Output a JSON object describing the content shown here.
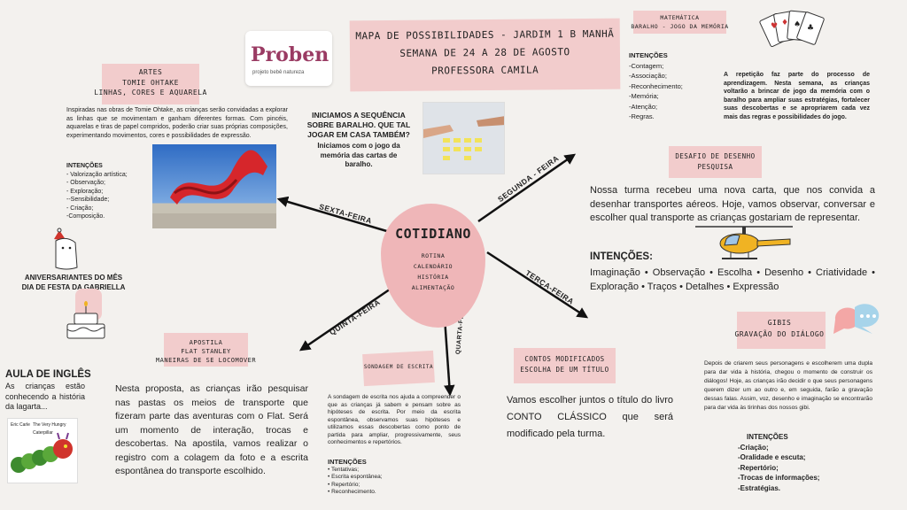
{
  "header": {
    "logo": {
      "name": "Proben",
      "sub": "projeto bebê natureza"
    },
    "title_lines": [
      "MAPA DE POSSIBILIDADES - JARDIM 1 B MANHÃ",
      "SEMANA DE 24 A 28 DE AGOSTO",
      "PROFESSORA CAMILA"
    ]
  },
  "center": {
    "title": "COTIDIANO",
    "items": [
      "ROTINA",
      "CALENDÁRIO",
      "HISTÓRIA",
      "ALIMENTAÇÃO"
    ]
  },
  "arrows": {
    "segunda": "SEGUNDA - FEIRA",
    "terca": "TERÇA-FEIRA",
    "quarta": "QUARTA-FEIRA",
    "quinta": "QUINTA-FEIRA",
    "sexta": "SEXTA-FEIRA"
  },
  "artes": {
    "title_lines": [
      "ARTES",
      "TOMIE OHTAKE",
      "LINHAS, CORES E AQUARELA"
    ],
    "body": "Inspiradas nas obras de Tomie Ohtake, as crianças serão convidadas a explorar as linhas que se movimentam e ganham diferentes formas. Com pincéis, aquarelas e tiras de papel compridos, poderão criar suas próprias composições, experimentando movimentos, cores e possibilidades de expressão.",
    "intencoes_title": "INTENÇÕES",
    "intencoes": [
      "- Valorização artística;",
      "- Observação;",
      "- Exploração;",
      "--Sensibilidade;",
      "- Criação;",
      "-Composição."
    ]
  },
  "baralho_intro": {
    "question": "INICIAMOS A SEQUÊNCIA SOBRE BARALHO. QUE TAL JOGAR EM CASA TAMBÉM?",
    "answer": "Iniciamos com o jogo da memória das cartas de baralho."
  },
  "matematica": {
    "title_lines": [
      "MATEMÁTICA",
      "BARALHO - JOGO DA MEMÓRIA"
    ],
    "intencoes_title": "INTENÇÕES",
    "intencoes": [
      "-Contagem;",
      "-Associação;",
      "-Reconhecimento;",
      "-Memória;",
      "-Atenção;",
      "-Regras."
    ],
    "body": "A repetição faz parte do processo de aprendizagem. Nesta semana, as crianças voltarão a brincar de jogo da memória com o baralho para ampliar suas estratégias, fortalecer suas descobertas e se apropriarem cada vez mais das regras e possibilidades do jogo."
  },
  "desafio": {
    "title_lines": [
      "DESAFIO DE DESENHO",
      "PESQUISA"
    ],
    "body": "Nossa turma recebeu uma nova carta, que nos convida a desenhar transportes aéreos. Hoje, vamos observar, conversar e escolher qual transporte as crianças gostariam de representar.",
    "intencoes_title": "INTENÇÕES:",
    "intencoes": "Imaginação • Observação • Escolha • Desenho • Criatividade • Exploração • Traços • Detalhes • Expressão"
  },
  "aniversario": {
    "lines": [
      "ANIVERSARIANTES DO MÊS",
      "DIA DE FESTA DA GABRIELLA"
    ]
  },
  "ingles": {
    "title": "AULA DE INGLÊS",
    "body": "As crianças estão conhecendo a história da lagarta...",
    "book_author": "Eric Carle",
    "book_title": "The Very Hungry Caterpillar"
  },
  "apostila": {
    "title_lines": [
      "APOSTILA",
      "FLAT STANLEY",
      "MANEIRAS DE SE LOCOMOVER"
    ],
    "body": "Nesta proposta, as crianças irão pesquisar nas pastas os meios de transporte que fizeram parte das aventuras com o Flat. Será um momento de interação, trocas e descobertas. Na apostila, vamos realizar o registro com a colagem da foto e a escrita espontânea do transporte escolhido."
  },
  "sondagem": {
    "title": "SONDAGEM DE ESCRITA",
    "body": "A sondagem de escrita nos ajuda a compreender o que as crianças já sabem e pensam sobre as hipóteses de escrita. Por meio da escrita espontânea, observamos suas hipóteses e utilizamos essas descobertas como ponto de partida para ampliar, progressivamente, seus conhecimentos e repertórios.",
    "intencoes_title": "INTENÇÕES",
    "intencoes": [
      "• Tentativas;",
      "• Escrita espontânea;",
      "• Repertório;",
      "• Reconhecimento."
    ]
  },
  "contos": {
    "title_lines": [
      "CONTOS MODIFICADOS",
      "ESCOLHA DE UM TÍTULO"
    ],
    "body": "Vamos escolher juntos o título do livro CONTO CLÁSSICO que será modificado pela turma."
  },
  "gibis": {
    "title_lines": [
      "GIBIS",
      "GRAVAÇÃO DO DIÁLOGO"
    ],
    "body": "Depois de criarem seus personagens e escolherem uma dupla para dar vida à história, chegou o momento de construir os diálogos! Hoje, as crianças irão decidir o que seus personagens querem dizer um ao outro e, em seguida, farão a gravação dessas falas. Assim, voz, desenho e imaginação se encontrarão para dar vida às tirinhas dos nossos gibi.",
    "intencoes_title": "INTENÇÕES",
    "intencoes": [
      "-Criação;",
      "-Oralidade e escuta;",
      "-Repertório;",
      "-Trocas de informações;",
      "-Estratégias."
    ]
  },
  "colors": {
    "pink": "#f2cccc",
    "center_pink": "#efb6b8",
    "red": "#d0342c"
  }
}
